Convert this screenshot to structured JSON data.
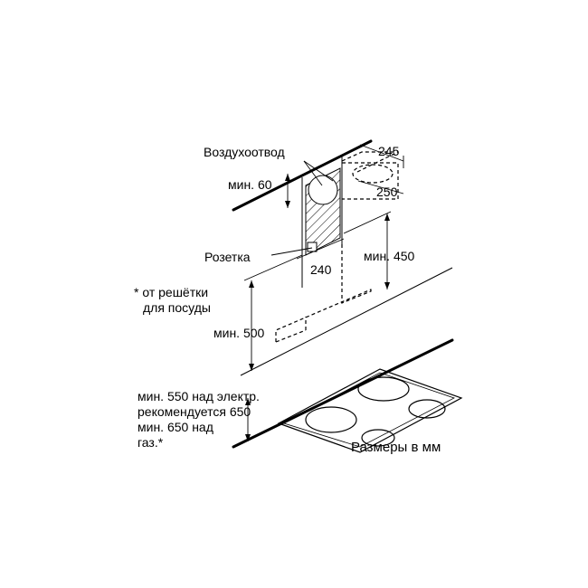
{
  "labels": {
    "air_duct": "Воздухоотвод",
    "min_60": "мин. 60",
    "dim_245": "245",
    "dim_250": "250",
    "socket": "Розетка",
    "dim_240": "240",
    "min_450": "мин. 450",
    "note_line1": "* от решётки",
    "note_line2": "для посуды",
    "min_500": "мин. 500",
    "clearance_line1": "мин. 550 над электр.",
    "clearance_line2": "рекомендуется 650",
    "clearance_line3": "мин. 650 над",
    "clearance_line4": "газ.*",
    "units": "Размеры в мм"
  }
}
